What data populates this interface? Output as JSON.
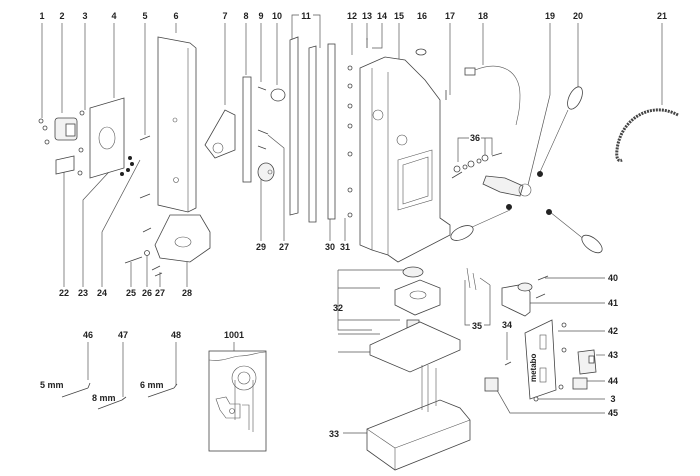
{
  "diagram": {
    "title": "Exploded parts diagram — magnetic core drill stand",
    "brand_text": "metabo",
    "callouts": [
      {
        "id": "1",
        "label": "1"
      },
      {
        "id": "2",
        "label": "2"
      },
      {
        "id": "3",
        "label": "3"
      },
      {
        "id": "4",
        "label": "4"
      },
      {
        "id": "5",
        "label": "5"
      },
      {
        "id": "6",
        "label": "6"
      },
      {
        "id": "7",
        "label": "7"
      },
      {
        "id": "8",
        "label": "8"
      },
      {
        "id": "9",
        "label": "9"
      },
      {
        "id": "10",
        "label": "10"
      },
      {
        "id": "11",
        "label": "11"
      },
      {
        "id": "12",
        "label": "12"
      },
      {
        "id": "13",
        "label": "13"
      },
      {
        "id": "14",
        "label": "14"
      },
      {
        "id": "15",
        "label": "15"
      },
      {
        "id": "16",
        "label": "16"
      },
      {
        "id": "17",
        "label": "17"
      },
      {
        "id": "18",
        "label": "18"
      },
      {
        "id": "19",
        "label": "19"
      },
      {
        "id": "20",
        "label": "20"
      },
      {
        "id": "21",
        "label": "21"
      },
      {
        "id": "22",
        "label": "22"
      },
      {
        "id": "23",
        "label": "23"
      },
      {
        "id": "24",
        "label": "24"
      },
      {
        "id": "25",
        "label": "25"
      },
      {
        "id": "26",
        "label": "26"
      },
      {
        "id": "27a",
        "label": "27"
      },
      {
        "id": "28",
        "label": "28"
      },
      {
        "id": "29",
        "label": "29"
      },
      {
        "id": "27b",
        "label": "27"
      },
      {
        "id": "30",
        "label": "30"
      },
      {
        "id": "31",
        "label": "31"
      },
      {
        "id": "32",
        "label": "32"
      },
      {
        "id": "33",
        "label": "33"
      },
      {
        "id": "34",
        "label": "34"
      },
      {
        "id": "35",
        "label": "35"
      },
      {
        "id": "36",
        "label": "36"
      },
      {
        "id": "40",
        "label": "40"
      },
      {
        "id": "41",
        "label": "41"
      },
      {
        "id": "42",
        "label": "42"
      },
      {
        "id": "43",
        "label": "43"
      },
      {
        "id": "44",
        "label": "44"
      },
      {
        "id": "3b",
        "label": "3"
      },
      {
        "id": "45",
        "label": "45"
      },
      {
        "id": "46",
        "label": "46"
      },
      {
        "id": "47",
        "label": "47"
      },
      {
        "id": "48",
        "label": "48"
      },
      {
        "id": "1001",
        "label": "1001"
      }
    ],
    "hex_key_sizes": {
      "46": "5 mm",
      "47": "8 mm",
      "48": "6 mm"
    }
  }
}
